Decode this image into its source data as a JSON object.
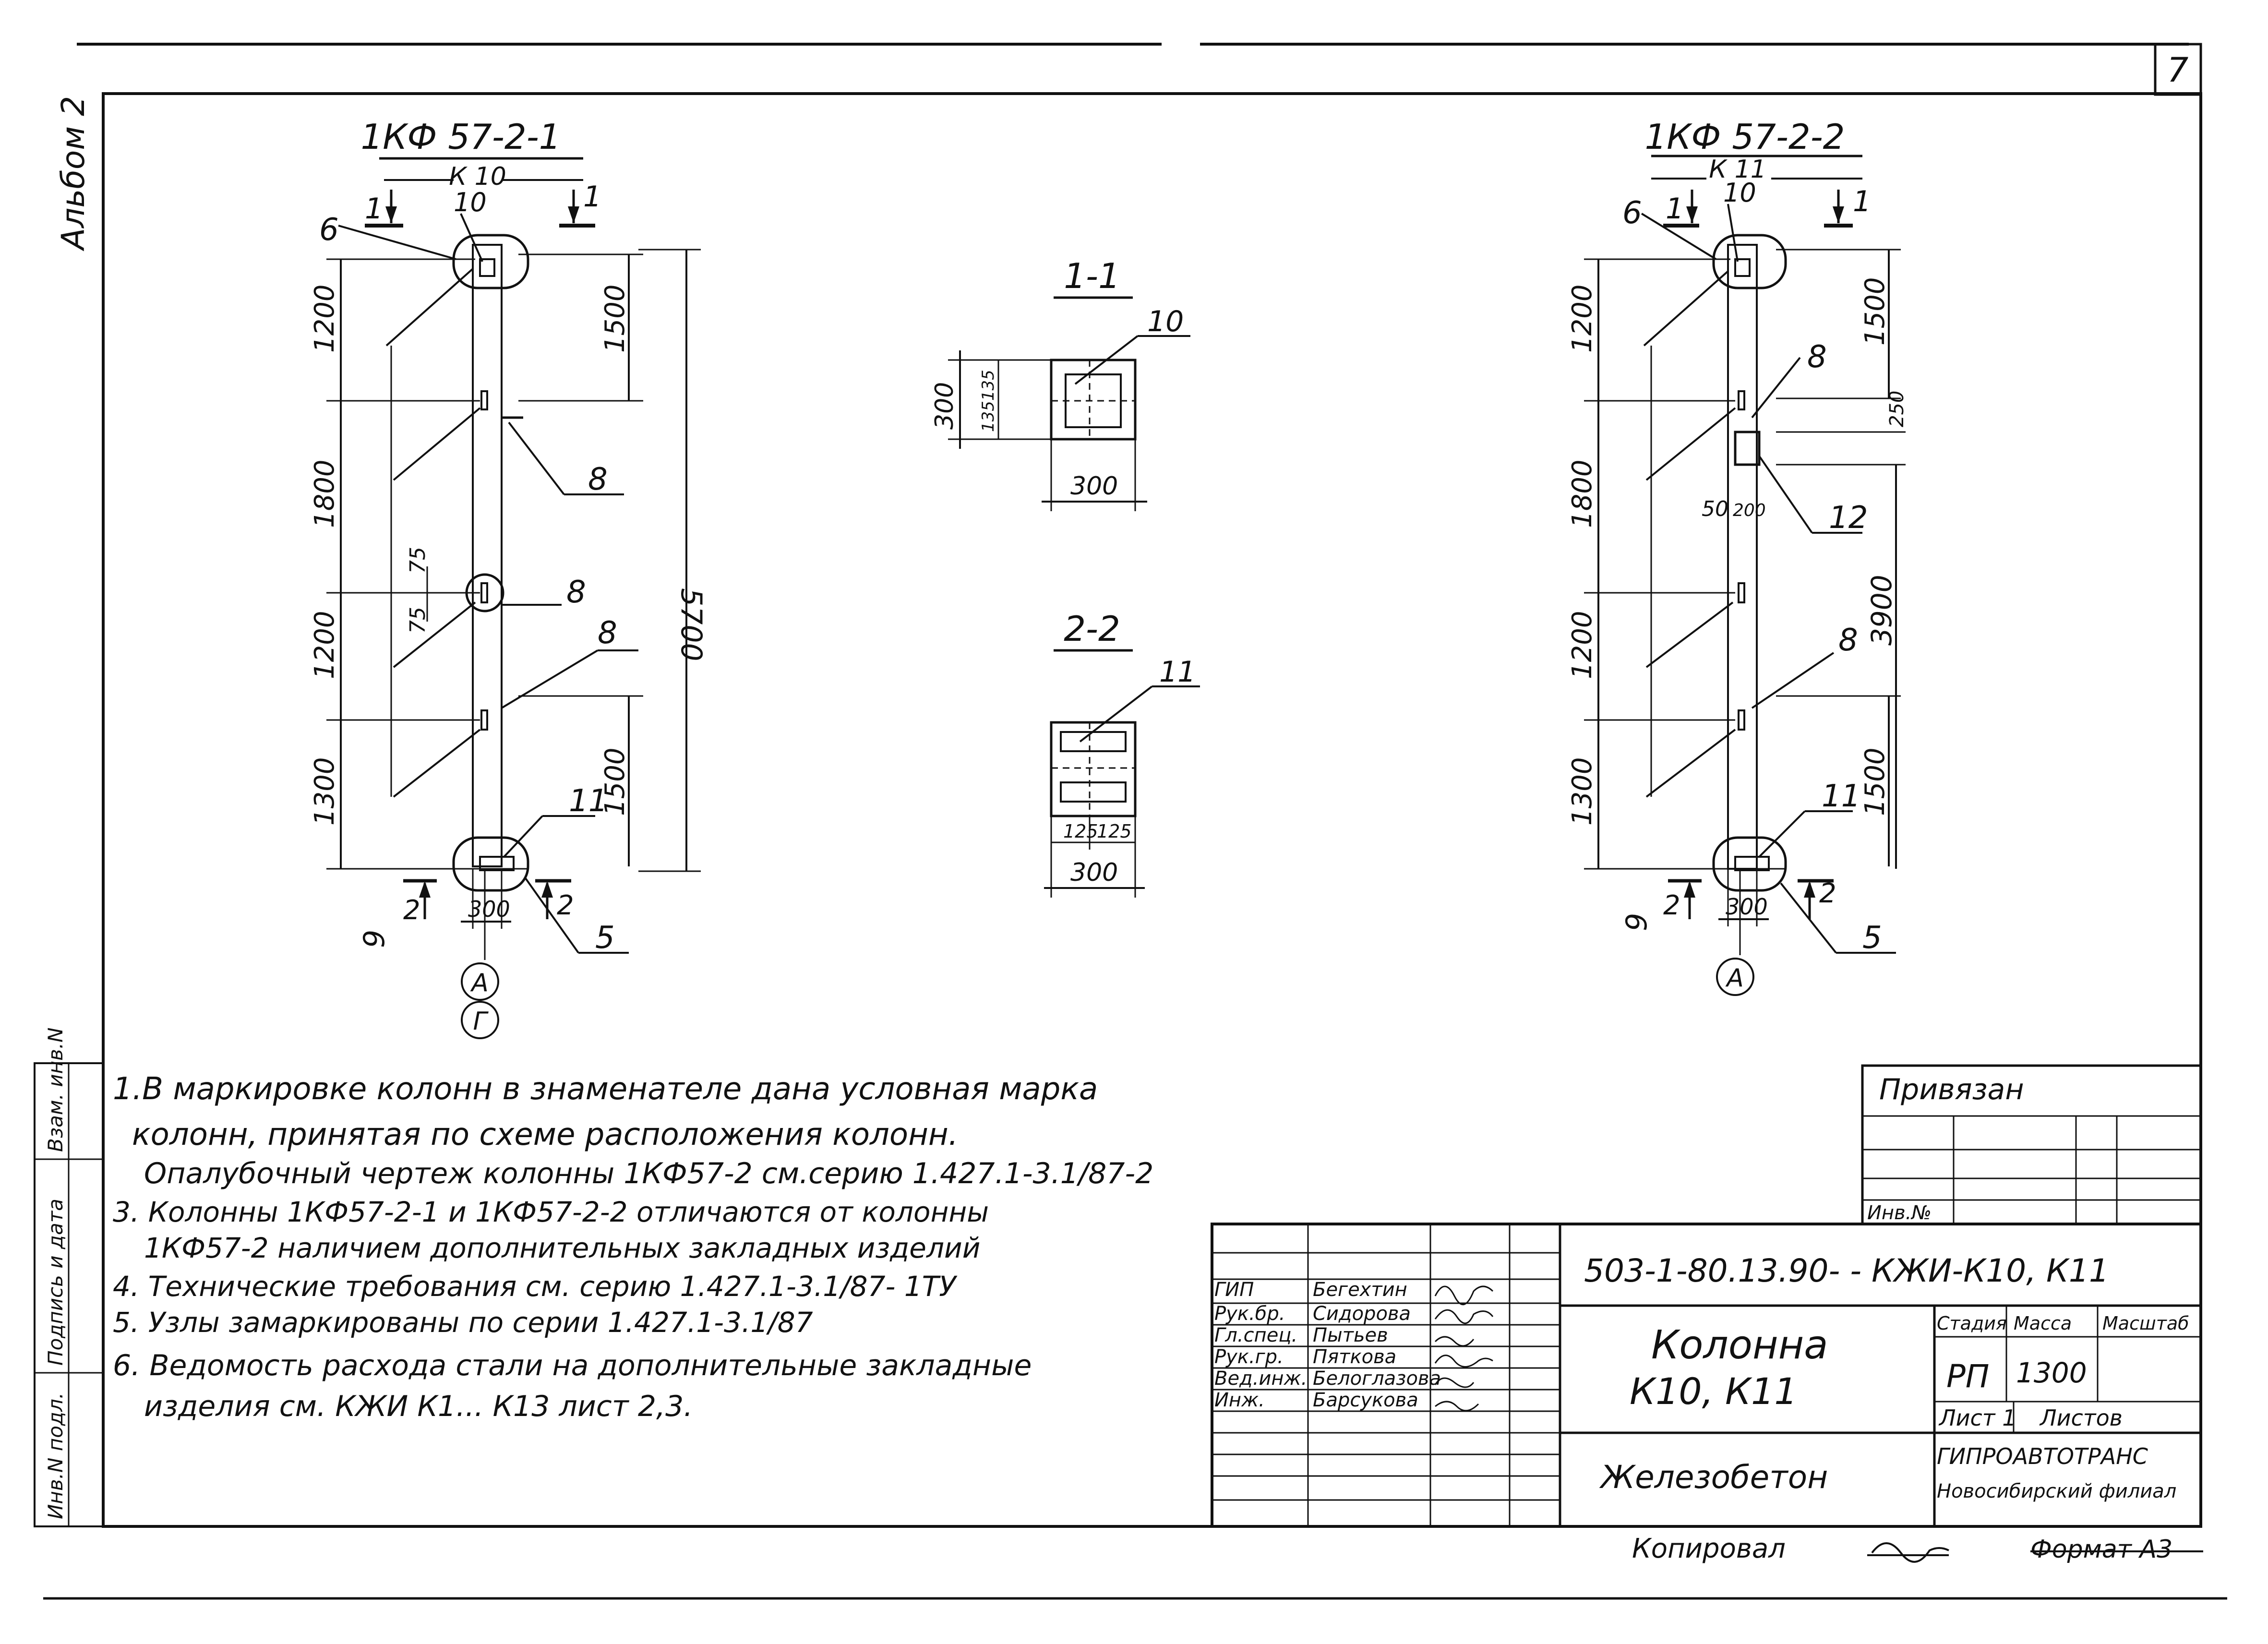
{
  "sheet": {
    "page_number": "7",
    "album_label": "Альбом 2"
  },
  "column_left": {
    "mark": "1КФ 57-2-1",
    "sub_mark": "К 10",
    "section_arrow_1": "1",
    "section_arrow_2": "2",
    "dims_left": [
      "1200",
      "1800",
      "1200",
      "1300"
    ],
    "dim_1500_top": "1500",
    "dim_1500_bottom": "1500",
    "dim_total": "5700",
    "dim_width": "300",
    "dim_75_a": "75",
    "dim_75_b": "75",
    "callouts": [
      "6",
      "10",
      "8",
      "8",
      "8",
      "11",
      "9",
      "5"
    ],
    "axis_labels": [
      "А",
      "Г"
    ]
  },
  "column_right": {
    "mark": "1КФ 57-2-2",
    "sub_mark": "К 11",
    "section_arrow_1": "1",
    "section_arrow_2": "2",
    "dims_left": [
      "1200",
      "1800",
      "1200",
      "1300"
    ],
    "dim_1500_top": "1500",
    "dim_1500_bottom": "1500",
    "dim_250": "250",
    "dim_3900": "3900",
    "dim_50": "50",
    "dim_200": "200",
    "dim_width": "300",
    "callouts": [
      "6",
      "10",
      "8",
      "12",
      "8",
      "11",
      "9",
      "5"
    ],
    "axis_labels": [
      "А"
    ]
  },
  "section_1_1": {
    "title": "1-1",
    "callout": "10",
    "dim_height": "300",
    "dim_inner": "135135",
    "dim_width": "300"
  },
  "section_2_2": {
    "title": "2-2",
    "callout": "11",
    "dim_a": "125",
    "dim_b": "125",
    "dim_width": "300"
  },
  "notes": [
    "1.В маркировке колонн в знаменателе дана условная марка",
    "колонн, принятая по схеме расположения колонн.",
    "Опалубочный чертеж колонны 1КФ57-2 см.серию 1.427.1-3.1/87-2",
    "3. Колонны 1КФ57-2-1 и 1КФ57-2-2 отличаются от колонны",
    "1КФ57-2 наличием дополнительных закладных изделий",
    "4. Технические требования см. серию 1.427.1-3.1/87- 1ТУ",
    "5. Узлы замаркированы по серии 1.427.1-3.1/87",
    "6. Ведомость расхода стали на дополнительные закладные",
    "изделия см. КЖИ К1... К13 лист 2,3."
  ],
  "side_stamp": [
    "Инв.N подл.",
    "Подпись и дата",
    "Взам. инв.N"
  ],
  "privyazan": {
    "title": "Привязан",
    "inv_label": "Инв.№"
  },
  "title_block": {
    "code": "503-1-80.13.90-  - КЖИ-К10, К11",
    "roles": [
      "ГИП",
      "Рук.бр.",
      "Гл.спец.",
      "Рук.гр.",
      "Вед.инж.",
      "Инж."
    ],
    "names": [
      "Бегехтин",
      "Сидорова",
      "Пытьев",
      "Пяткова",
      "Белоглазова",
      "Барсукова"
    ],
    "title_line1": "Колонна",
    "title_line2": "К10, К11",
    "stage_label": "Стадия",
    "mass_label": "Масса",
    "scale_label": "Масштаб",
    "stage_value": "РП",
    "mass_value": "1300",
    "sheet_label": "Лист 1",
    "sheets_label": "Листов",
    "material": "Железобетон",
    "org_line1": "ГИПРОАВТОТРАНС",
    "org_line2": "Новосибирский филиал"
  },
  "footer": {
    "copied": "Копировал",
    "format": "Формат А3"
  }
}
